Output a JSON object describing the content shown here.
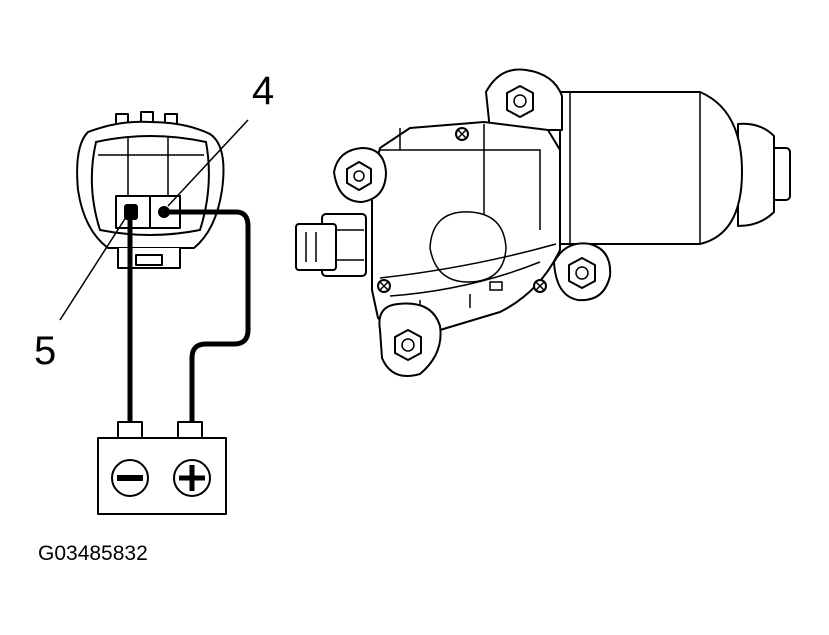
{
  "callouts": {
    "terminal_4": "4",
    "terminal_5": "5"
  },
  "battery": {
    "negative_symbol": "minus-icon",
    "positive_symbol": "plus-icon"
  },
  "figure_id": "G03485832",
  "colors": {
    "line": "#000000",
    "background": "#ffffff"
  }
}
